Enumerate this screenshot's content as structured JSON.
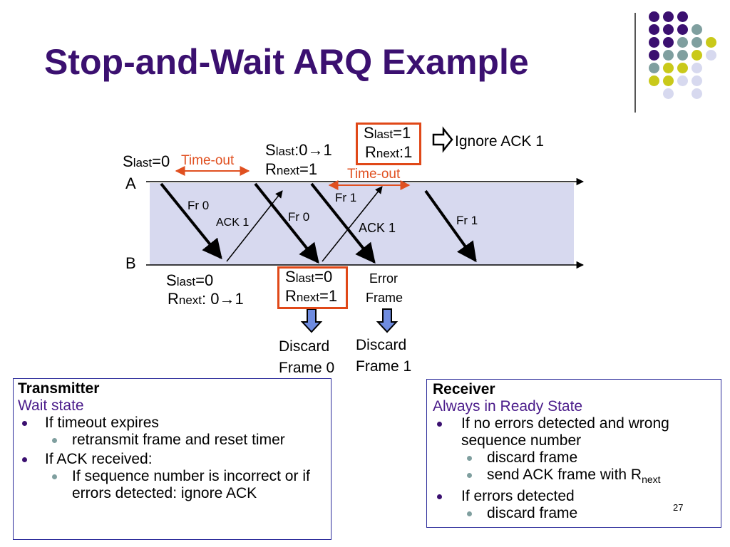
{
  "title": "Stop-and-Wait ARQ Example",
  "page_number": "27",
  "colors": {
    "title": "#3b1070",
    "accent_red": "#e04818",
    "band": "#d7d9ef",
    "arrow_blue": "#6f8ce0",
    "dot_purple": "#3b1070",
    "dot_teal": "#7f9f9f",
    "dot_yellow": "#c9c91a",
    "dot_lavender": "#d7d9ef"
  },
  "diagram": {
    "station_a": "A",
    "station_b": "B",
    "s": "S",
    "r": "R",
    "sub_last": "last",
    "sub_next": "next",
    "a_state1": "=0",
    "a_state2": ":0→1",
    "a_state2_r": "=1",
    "a_state3_s": "=1",
    "a_state3_r": ":1",
    "b_state1_s": "=0",
    "b_state1_r": ": 0→1",
    "b_state2_s": "=0",
    "b_state2_r": "=1",
    "timeout1": "Time-out",
    "timeout2": "Time-out",
    "ignore_ack": "Ignore ACK 1",
    "fr0_first": "Fr 0",
    "ack1_first": "ACK 1",
    "fr0_second": "Fr 0",
    "fr1_first": "Fr 1",
    "ack1_second": "ACK 1",
    "fr1_second": "Fr 1",
    "error_frame_1": "Error",
    "error_frame_2": "Frame",
    "discard0_1": "Discard",
    "discard0_2": "Frame 0",
    "discard1_1": "Discard",
    "discard1_2": "Frame 1"
  },
  "transmitter": {
    "heading": "Transmitter",
    "state": "Wait state",
    "items": [
      {
        "text": "If timeout expires",
        "sub": [
          "retransmit frame and reset timer"
        ]
      },
      {
        "text": "If ACK received:",
        "sub": [
          "If sequence number is incorrect or if errors detected: ignore ACK"
        ]
      }
    ]
  },
  "receiver": {
    "heading": "Receiver",
    "state": "Always in Ready State",
    "items": [
      {
        "text": "If no errors detected and wrong sequence number",
        "sub": [
          "discard frame",
          "send ACK frame with R"
        ]
      },
      {
        "text": "If errors detected",
        "sub": [
          "discard frame"
        ]
      }
    ],
    "sub_next": "next"
  }
}
